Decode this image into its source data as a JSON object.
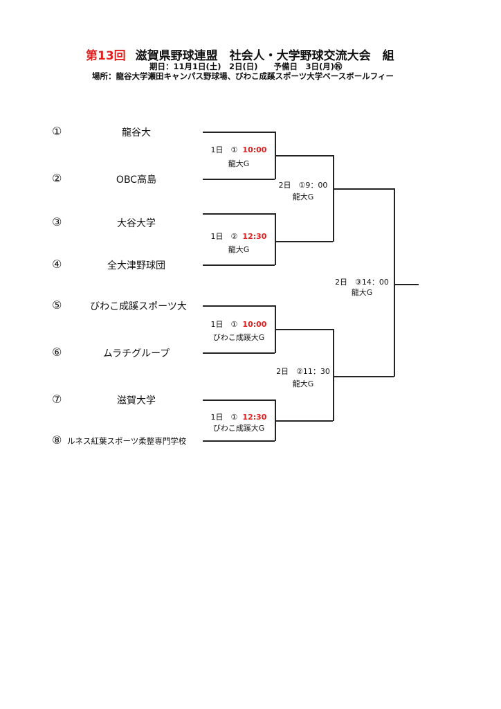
{
  "header": {
    "edition": "第13回",
    "title": "滋賀県野球連盟　社会人・大学野球交流大会　組",
    "dates": "期日：11月1日(土)　2日(日)　　予備日　3日(月)㊗",
    "venue": "場所：龍谷大学瀬田キャンパス野球場、びわこ成蹊スポーツ大学ベースボールフィー"
  },
  "teams": [
    {
      "num": "①",
      "name": "龍谷大"
    },
    {
      "num": "②",
      "name": "OBC高島"
    },
    {
      "num": "③",
      "name": "大谷大学"
    },
    {
      "num": "④",
      "name": "全大津野球団"
    },
    {
      "num": "⑤",
      "name": "びわこ成蹊スポーツ大"
    },
    {
      "num": "⑥",
      "name": "ムラチグループ"
    },
    {
      "num": "⑦",
      "name": "滋賀大学"
    },
    {
      "num": "⑧",
      "name": "ルネス紅葉スポーツ柔整専門学校"
    }
  ],
  "matches": [
    {
      "day": "1日　①",
      "time": "10:00",
      "venue": "龍大G"
    },
    {
      "day": "1日　②",
      "time": "12:30",
      "venue": "龍大G"
    },
    {
      "day": "1日　①",
      "time": "10:00",
      "venue": "びわこ成蹊大G"
    },
    {
      "day": "1日　①",
      "time": "12:30",
      "venue": "びわこ成蹊大G"
    },
    {
      "day": "2日　①9：00",
      "venue": "龍大G"
    },
    {
      "day": "2日　②11：30",
      "venue": "龍大G"
    },
    {
      "day": "2日　③14：00",
      "venue": "龍大G"
    }
  ]
}
